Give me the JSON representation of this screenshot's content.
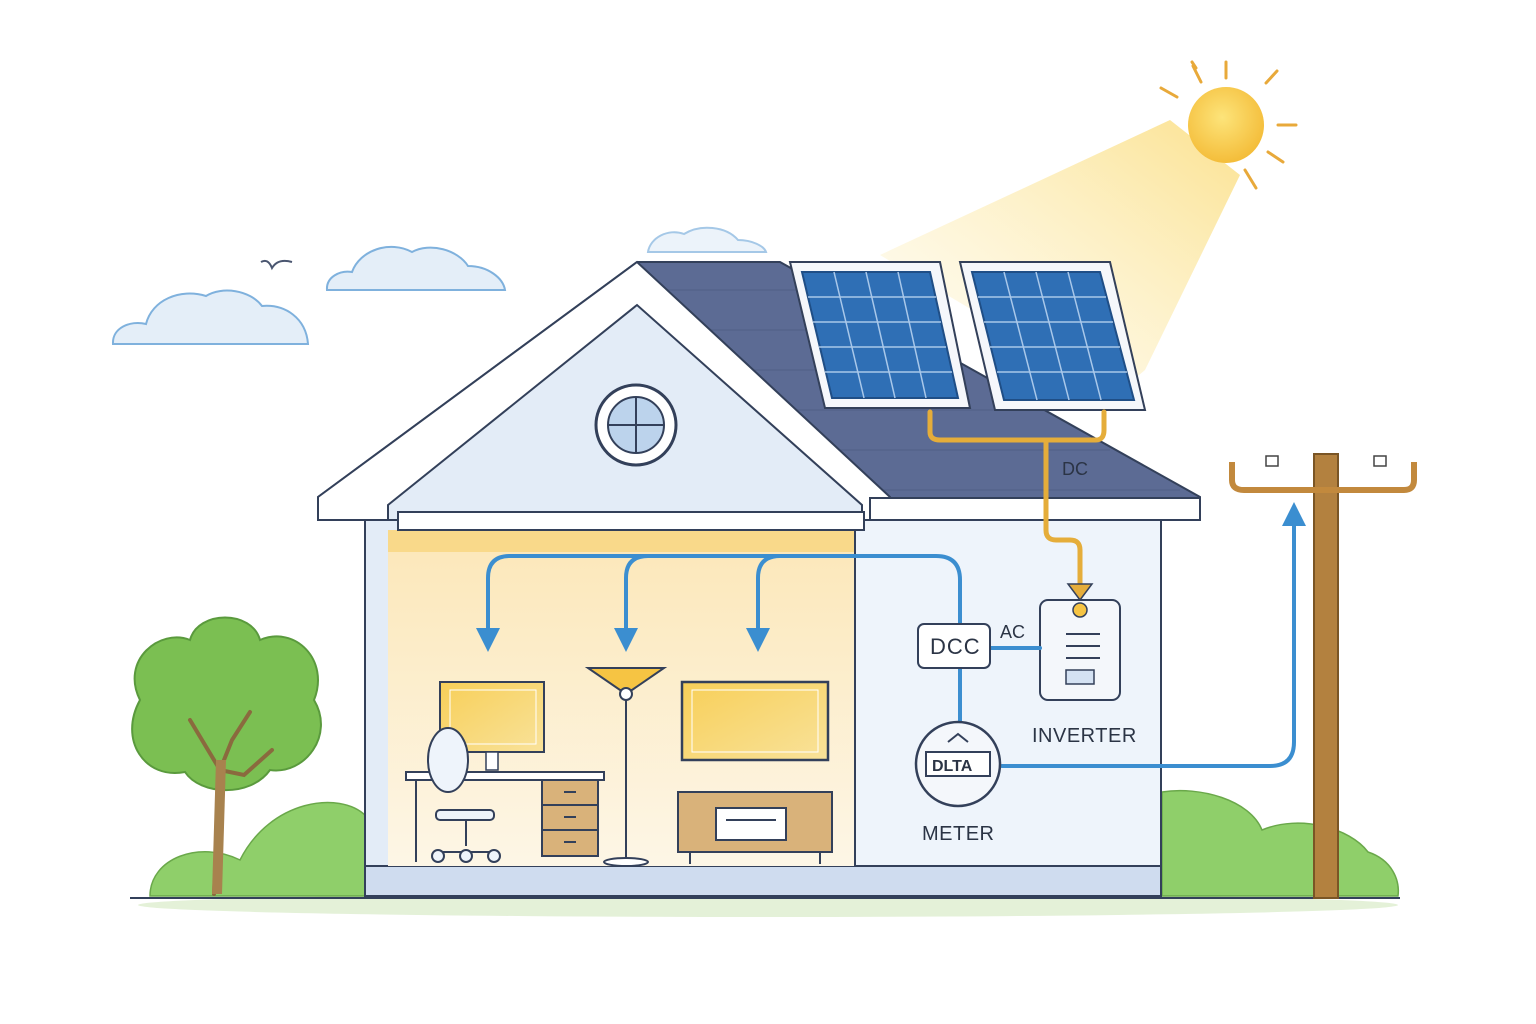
{
  "labels": {
    "dc_wire": "DC",
    "dc_box": "DCC",
    "ac": "AC",
    "inverter": "INVERTER",
    "meter_display": "DLTA",
    "meter": "METER"
  },
  "colors": {
    "sky_sun": "#f6c443",
    "roof": "#5c6b94",
    "wall": "#eaf1fa",
    "panel": "#2f6fb5",
    "dc_wire": "#e5ad3a",
    "ac_wire": "#3b8ed0",
    "pole": "#b3813f",
    "tree": "#6cb24a"
  },
  "icons": [
    "sun-icon",
    "cloud-icon",
    "bird-icon",
    "solar-panel-icon",
    "utility-pole-icon",
    "tree-icon",
    "meter-icon",
    "inverter-icon",
    "lamp-icon",
    "chair-icon",
    "monitor-icon",
    "tv-icon",
    "desk-icon",
    "cabinet-icon"
  ]
}
